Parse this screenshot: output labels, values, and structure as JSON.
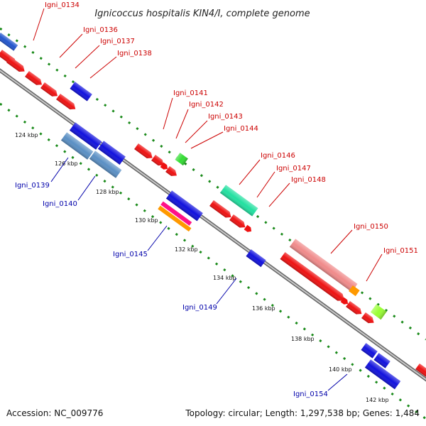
{
  "title": "Ignicoccus hospitalis KIN4/I, complete genome",
  "footer": {
    "accession": "Accession: NC_009776",
    "summary": "Topology: circular; Length: 1,297,538 bp; Genes: 1,484"
  },
  "colors": {
    "backbone": "#8c8c8c",
    "tick": "#1a8a1a",
    "label_forward": "#cc0000",
    "label_reverse": "#0000aa"
  },
  "scale_labels": [
    "124 kbp",
    "126 kbp",
    "128 kbp",
    "130 kbp",
    "132 kbp",
    "134 kbp",
    "136 kbp",
    "138 kbp",
    "140 kbp",
    "142 kbp"
  ],
  "forward_labels": [
    "Igni_0134",
    "Igni_0136",
    "Igni_0137",
    "Igni_0138",
    "Igni_0141",
    "Igni_0142",
    "Igni_0143",
    "Igni_0144",
    "Igni_0146",
    "Igni_0147",
    "Igni_0148",
    "Igni_0150",
    "Igni_0151"
  ],
  "reverse_labels": [
    "Igni_0139",
    "Igni_0140",
    "Igni_0145",
    "Igni_0149",
    "Igni_0154"
  ],
  "feature_colors": [
    "#ee1111",
    "#1111dd",
    "#5a8fc4",
    "#33dd33",
    "#22e0a0",
    "#ff1188",
    "#ff9900",
    "#f08a8a",
    "#99ff33"
  ]
}
